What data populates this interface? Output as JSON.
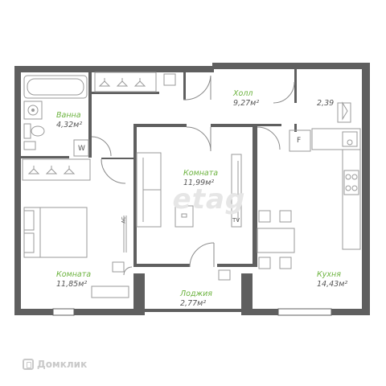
{
  "rooms": {
    "bath": {
      "name": "Ванна",
      "area": "4,32м²"
    },
    "hall": {
      "name": "Холл",
      "area": "9,27м²"
    },
    "storage": {
      "area": "2,39"
    },
    "room1": {
      "name": "Комната",
      "area": "11,99м²"
    },
    "room2": {
      "name": "Комната",
      "area": "11,85м²"
    },
    "loggia": {
      "name": "Лоджия",
      "area": "2,77м²"
    },
    "kitchen": {
      "name": "Кухня",
      "area": "14,43м²"
    }
  },
  "tags": {
    "washer": "W",
    "fridge": "F",
    "tv": "TV",
    "ac": "AC"
  },
  "watermark": "etag",
  "logo": "Домклик",
  "colors": {
    "wall": "#5f5f5f",
    "label": "#6cb33f",
    "furniture": "#9a9a9a"
  }
}
